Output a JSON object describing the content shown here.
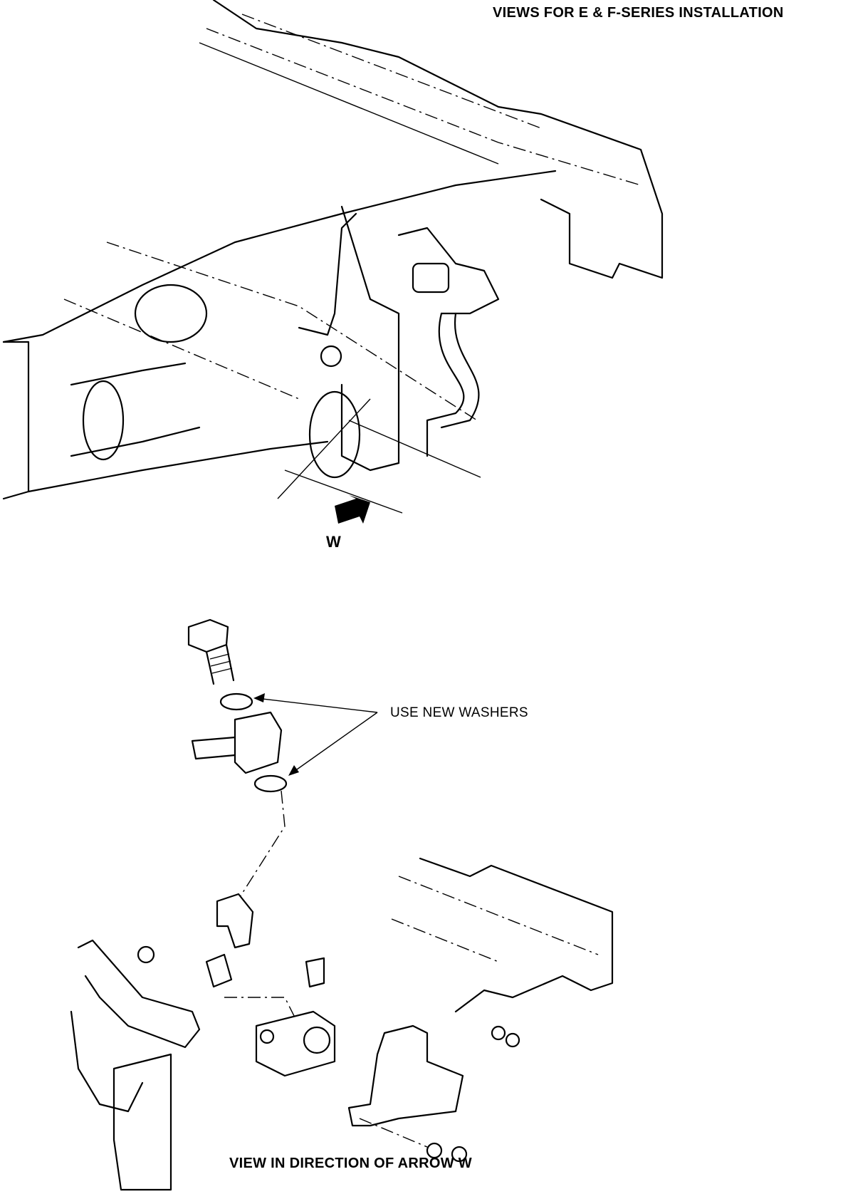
{
  "header": {
    "title": "VIEWS FOR E & F-SERIES INSTALLATION"
  },
  "upper_view": {
    "arrow_label": "W"
  },
  "lower_view": {
    "callout": "USE NEW WASHERS",
    "caption": "VIEW IN DIRECTION OF ARROW W"
  }
}
